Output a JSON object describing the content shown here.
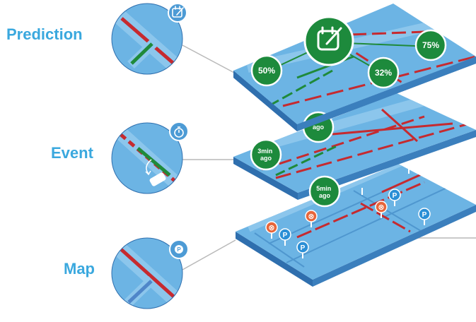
{
  "layers": [
    {
      "id": "prediction",
      "label": "Prediction",
      "icon": "calendar-edit-icon"
    },
    {
      "id": "event",
      "label": "Event",
      "icon": "stopwatch-icon"
    },
    {
      "id": "map",
      "label": "Map",
      "icon": "parking-pin-icon"
    }
  ],
  "prediction_bubbles": [
    "50%",
    "32%",
    "75%"
  ],
  "event_bubbles": [
    "3min ago",
    "5min ago",
    "ago"
  ],
  "map_markers": {
    "parking": "P",
    "blocked": "⊗"
  },
  "colors": {
    "accent_label": "#3aa8de",
    "plate_top": "#6cb4e4",
    "plate_side": "#2f6fae",
    "road": "#5fa3d6",
    "congestion": "#c62a2f",
    "free_flow": "#1f8a3a",
    "bubble": "#1d8a3c",
    "parking_pin": "#2b8fd6",
    "blocked_pin": "#e8663a"
  }
}
